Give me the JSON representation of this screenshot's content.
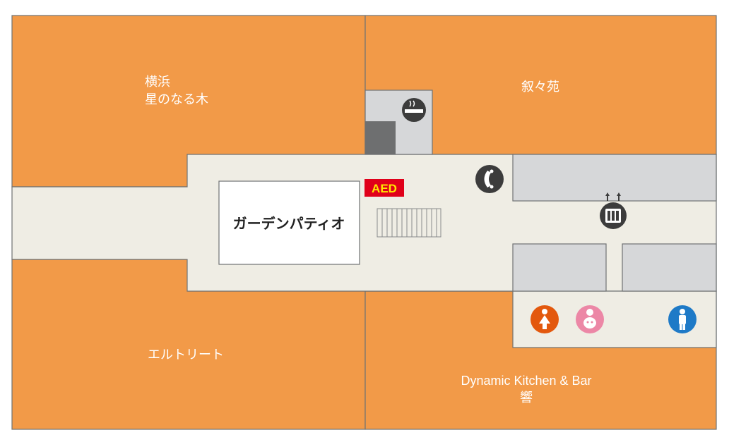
{
  "stores": {
    "yokohama_hoshinonaruki": {
      "line1": "横浜",
      "line2": "星のなる木"
    },
    "jojoen": {
      "label": "叙々苑"
    },
    "eruturito": {
      "label": "エルトリート"
    },
    "hibiki": {
      "line1": "Dynamic Kitchen & Bar",
      "line2": "響"
    }
  },
  "garden_patio": {
    "label": "ガーデンパティオ"
  },
  "aed": {
    "label": "AED"
  },
  "facilities": [
    {
      "icon": "smoking-area-icon"
    },
    {
      "icon": "public-phone-icon"
    },
    {
      "icon": "elevator-icon"
    },
    {
      "icon": "womens-restroom-icon"
    },
    {
      "icon": "baby-room-icon"
    },
    {
      "icon": "mens-restroom-icon"
    },
    {
      "icon": "stairs-icon"
    }
  ],
  "colors": {
    "store_fill": "#F29A48",
    "corridor_fill": "#EFEDE4",
    "service_fill": "#D6D7D9",
    "outline": "#6F7273",
    "womens": "#E3580D",
    "baby": "#EC87A6",
    "mens": "#1E7AC7",
    "aed_red": "#E0001A",
    "aed_yellow": "#FFE600",
    "icon_dark": "#3C3C3C"
  }
}
